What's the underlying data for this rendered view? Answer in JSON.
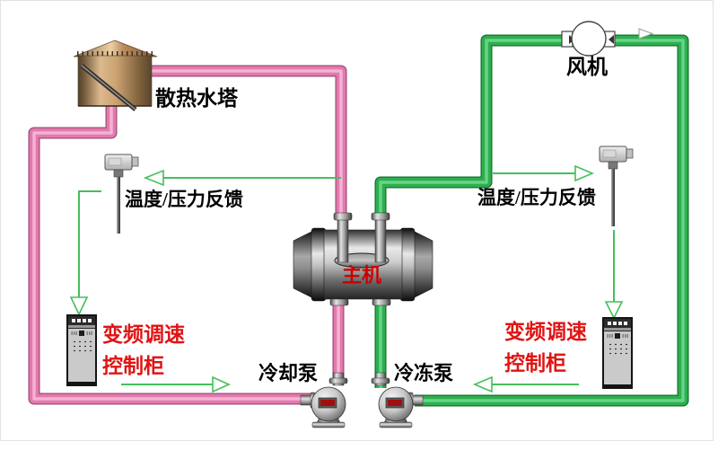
{
  "labels": {
    "cooling_tower": "散热水塔",
    "fan": "风机",
    "main_unit": "主机",
    "cooling_pump": "冷却泵",
    "chilled_pump": "冷冻泵",
    "feedback_left": "温度/压力反馈",
    "feedback_right": "温度/压力反馈",
    "vfd_left_line1": "变频调速",
    "vfd_left_line2": "控制柜",
    "vfd_right_line1": "变频调速",
    "vfd_right_line2": "控制柜"
  },
  "colors": {
    "cooling_water_pipe": "#e279ae",
    "chilled_water_pipe": "#2fae4e",
    "signal_line_green": "#44c05c",
    "vfd_label_red": "#e01414",
    "main_unit_label_red": "#cc0000",
    "tower_tan": "#cba272"
  }
}
